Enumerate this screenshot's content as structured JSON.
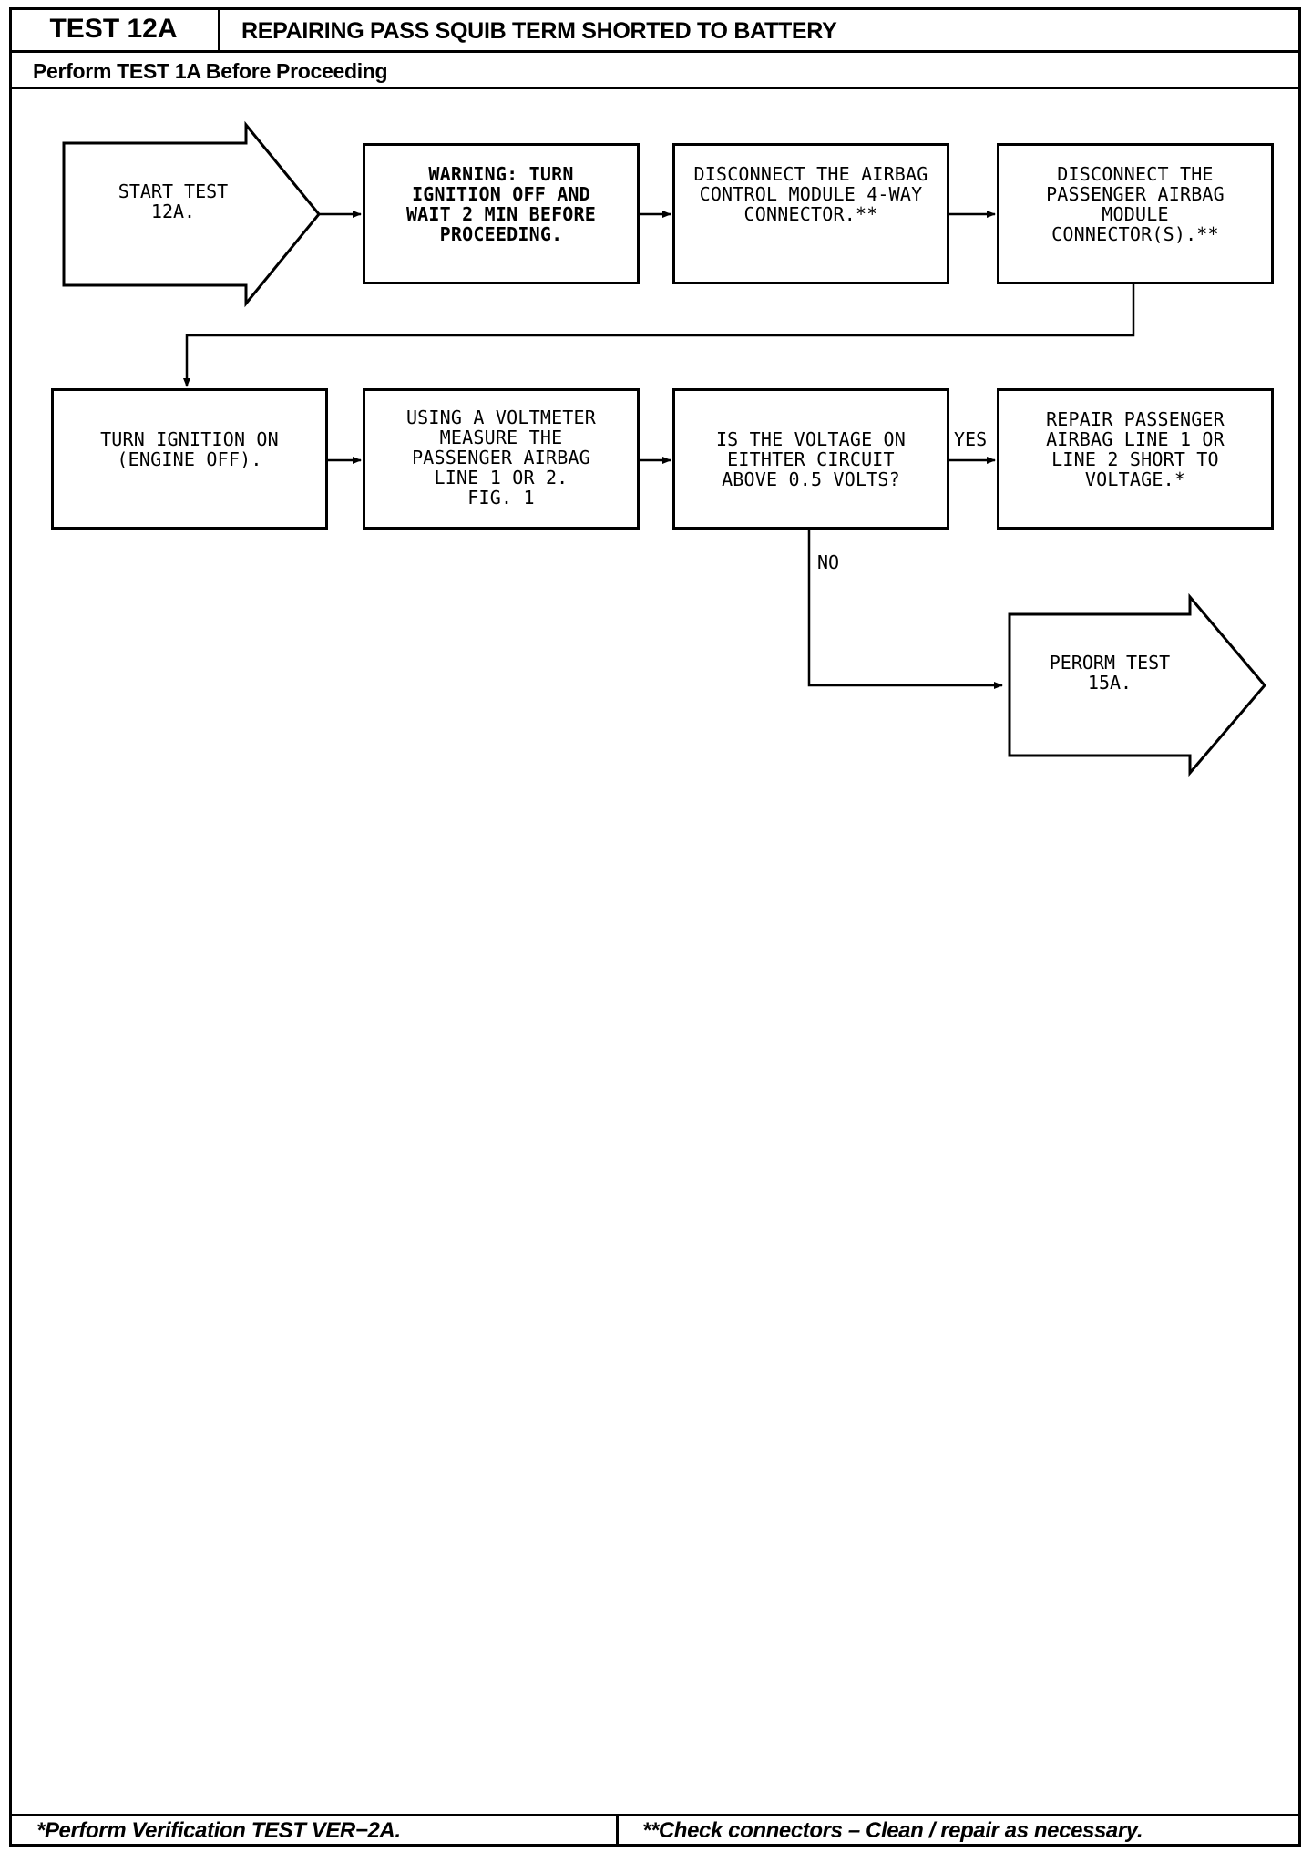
{
  "header": {
    "test_id": "TEST 12A",
    "title": "REPAIRING PASS SQUIB TERM SHORTED TO BATTERY",
    "prerequisite": "Perform TEST 1A Before Proceeding"
  },
  "flow": {
    "start": "START TEST\n12A.",
    "warning": "WARNING: TURN\nIGNITION OFF AND\nWAIT 2 MIN BEFORE\nPROCEEDING.",
    "disconnect_acm": "DISCONNECT THE AIRBAG\nCONTROL MODULE 4-WAY\nCONNECTOR.**",
    "disconnect_pass": "DISCONNECT THE\nPASSENGER AIRBAG\nMODULE\nCONNECTOR(S).**",
    "ignition_on": "TURN IGNITION ON\n(ENGINE OFF).",
    "measure": "USING A VOLTMETER\nMEASURE THE\nPASSENGER AIRBAG\nLINE 1 OR 2.\nFIG. 1",
    "question": "IS THE VOLTAGE ON\nEITHTER CIRCUIT\nABOVE 0.5 VOLTS?",
    "repair": "REPAIR PASSENGER\nAIRBAG LINE 1 OR\nLINE 2 SHORT TO\nVOLTAGE.*",
    "perform_15a": "PERORM TEST\n15A.",
    "yes_label": "YES",
    "no_label": "NO"
  },
  "footer": {
    "left": "*Perform Verification TEST VER−2A.",
    "right": "**Check connectors – Clean / repair as necessary."
  }
}
